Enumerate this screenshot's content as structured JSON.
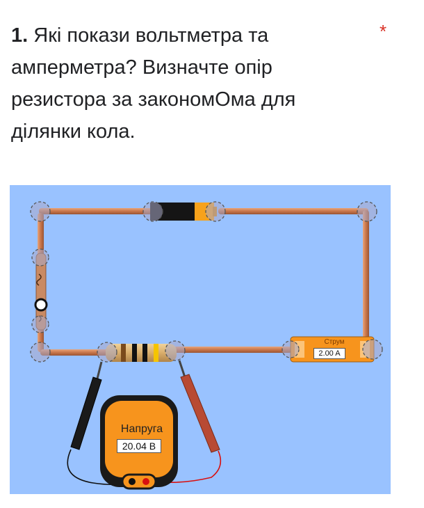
{
  "question": {
    "number": "1.",
    "text": " Які покази вольтметра та амперметра? Визначте опір резистора за закономОма для ділянки кола.",
    "required_mark": "*"
  },
  "ammeter": {
    "title": "Струм",
    "value": "2.00 A"
  },
  "voltmeter": {
    "title": "Напруга",
    "value": "20.04 B"
  },
  "colors": {
    "background": "#99c2ff",
    "wire": "#c97a4c",
    "meter_orange": "#f7941d",
    "required": "#d93025"
  }
}
